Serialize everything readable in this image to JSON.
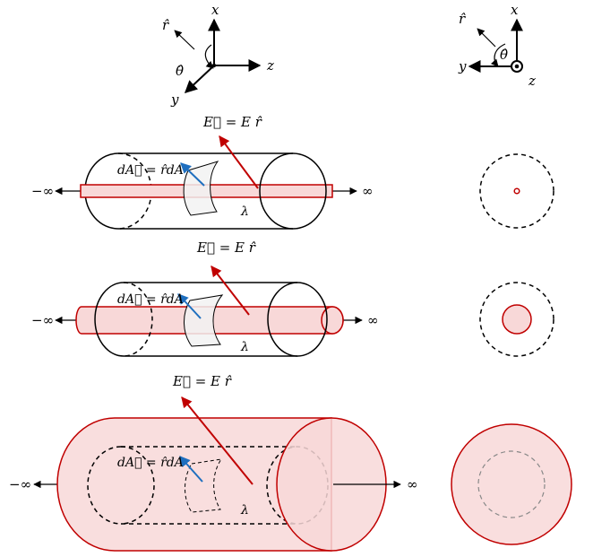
{
  "axes_3d": {
    "x": "x",
    "y": "y",
    "z": "z",
    "r_hat": "r̂",
    "theta_hat": "θ̂"
  },
  "axes_2d": {
    "x": "x",
    "y": "y",
    "z": "z",
    "r_hat": "r̂",
    "theta_hat": "θ̂"
  },
  "labels": {
    "field": "E⃗ = E r̂",
    "area": "dA⃗ = r̂dA",
    "lambda": "λ",
    "neg_inf": "−∞",
    "pos_inf": "∞"
  },
  "colors": {
    "line": "#000000",
    "charge": "#c00000",
    "charge_fill": "#f8d8d8",
    "area_vector": "#1f6fbf",
    "patch_fill": "#f2f2f2"
  }
}
